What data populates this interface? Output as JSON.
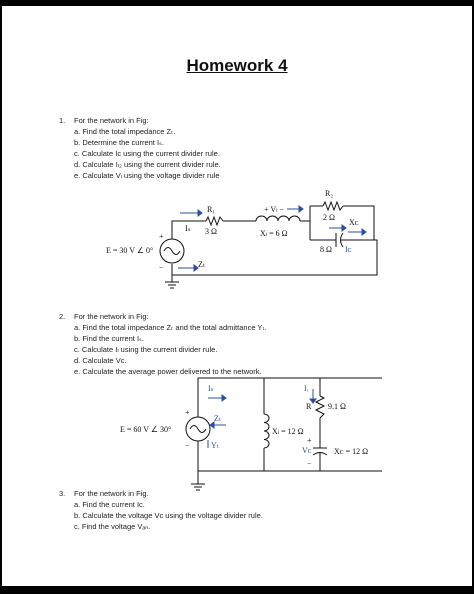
{
  "title": "Homework 4",
  "questions": [
    {
      "number": "1.",
      "lines": [
        "For the network in Fig:",
        "a. Find the total impedance Zₜ.",
        "b. Determine the current Iₛ.",
        "c. Calculate Iᴄ using the current divider rule.",
        "d. Calculate Iₗ₂ using the current divider rule.",
        "e. Calculate Vₗ using the voltage divider rule"
      ]
    },
    {
      "number": "2.",
      "lines": [
        "For the network in Fig:",
        "a. Find the total impedance Zₜ and the total admittance Yₜ.",
        "b. Find the current Iₛ.",
        "c. Calculate Iₗ using the current divider rule.",
        "d. Calculate Vᴄ.",
        "e. Calculate the average power delivered to the network."
      ]
    },
    {
      "number": "3.",
      "lines": [
        "For the network in Fig.",
        "a. Find the current Iᴄ.",
        "b. Calculate the voltage Vᴄ using the voltage divider rule.",
        "c. Find the voltage Vₐₙ."
      ]
    }
  ],
  "circuit1": {
    "source": "E = 30 V ∠ 0°",
    "zt": "Zₜ",
    "is": "Iₛ",
    "r1": "R₁",
    "r1_val": "3 Ω",
    "vl": "+ Vₗ −",
    "xl": "Xₗ = 6 Ω",
    "r2": "R₂",
    "r2_val": "2 Ω",
    "xc": "Xᴄ",
    "xc_val": "8 Ω",
    "ic": "Iᴄ",
    "plus": "+",
    "minus": "−"
  },
  "circuit2": {
    "source": "E = 60 V ∠ 30°",
    "is": "Iₛ",
    "zt": "Zₜ",
    "yt": "Yₜ",
    "xl": "Xₗ = 12 Ω",
    "r": "R",
    "r_val": "9.1 Ω",
    "ir": "Iᵣ",
    "vc": "Vᴄ",
    "xc": "Xᴄ = 12 Ω",
    "plus": "+",
    "minus": "−"
  }
}
